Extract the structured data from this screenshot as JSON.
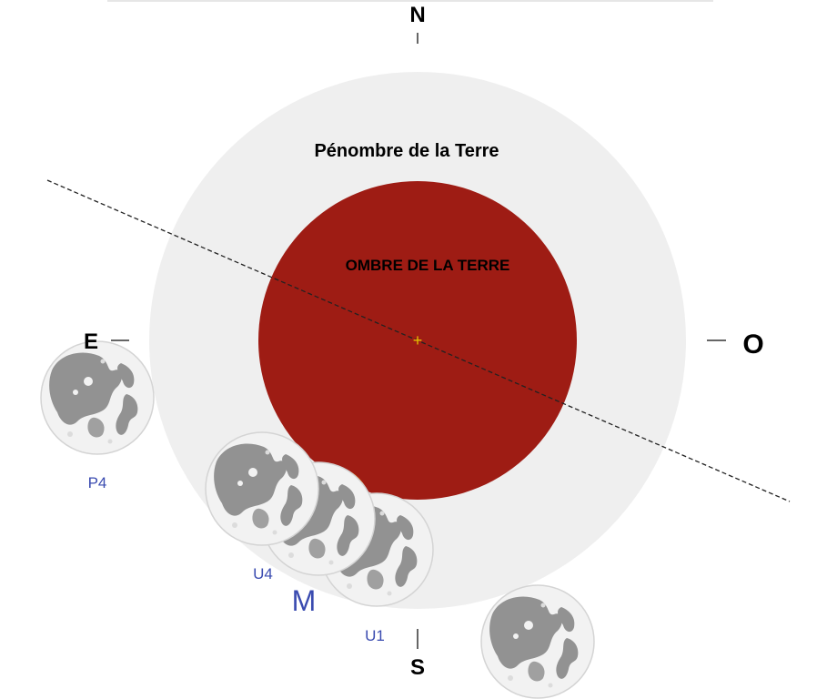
{
  "compass": {
    "north": "N",
    "south": "S",
    "east": "E",
    "west": "O"
  },
  "labels": {
    "penumbra": "Pénombre de la Terre",
    "umbra": "OMBRE DE LA TERRE",
    "center_mark": "+"
  },
  "moon_positions": [
    {
      "label": "P4"
    },
    {
      "label": "U4"
    },
    {
      "label": "M"
    },
    {
      "label": "U1"
    },
    {
      "label": ""
    }
  ],
  "colors": {
    "penumbra": "#efefef",
    "umbra": "#9e1c14",
    "moon_disc": "#f0f0f0",
    "moon_maria": "#8f8f8f",
    "partial_eclipse_tint": "#c85000",
    "path_line": "#222222",
    "label_blue": "#3a4bb0",
    "center_mark": "#e8c000"
  }
}
